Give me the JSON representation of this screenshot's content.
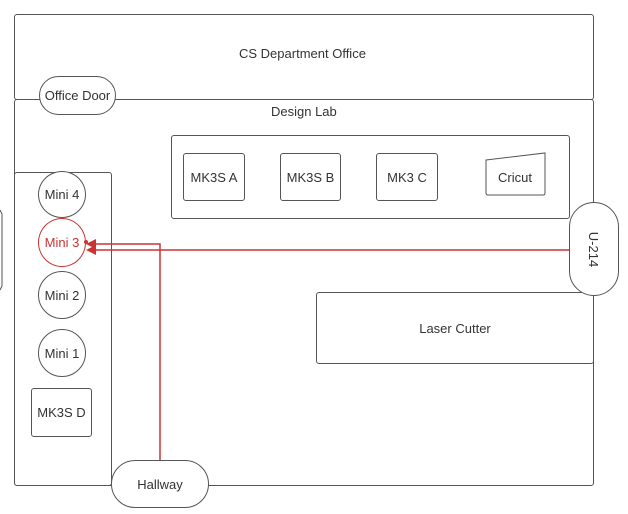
{
  "rooms": {
    "office": "CS Department Office",
    "design_lab": "Design Lab"
  },
  "doors": {
    "office_door": "Office Door",
    "hallway": "Hallway",
    "u214": "U-214"
  },
  "printers": {
    "mk3s_a": "MK3S A",
    "mk3s_b": "MK3S B",
    "mk3_c": "MK3 C",
    "cricut": "Cricut",
    "laser": "Laser Cutter",
    "mini4": "Mini 4",
    "mini3": "Mini 3",
    "mini2": "Mini 2",
    "mini1": "Mini 1",
    "mk3s_d": "MK3S D"
  },
  "colors": {
    "highlight": "#cc3333",
    "outline": "#555555"
  }
}
